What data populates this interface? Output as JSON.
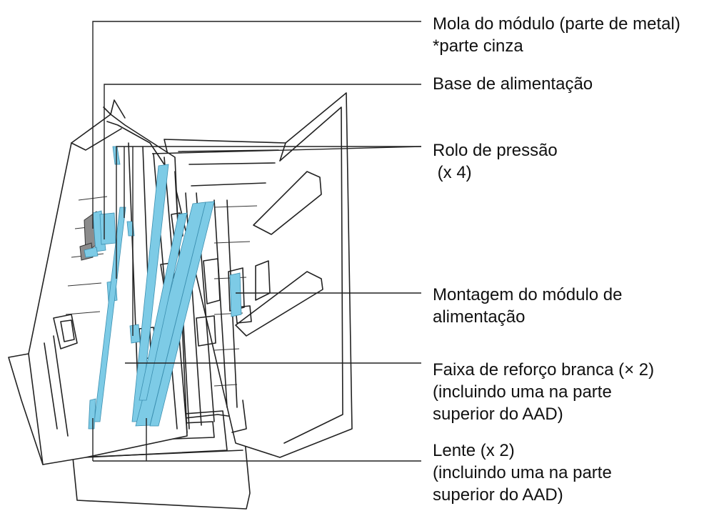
{
  "colors": {
    "highlight": "#7dcbe6",
    "outline": "#222222",
    "text": "#111111"
  },
  "callouts": [
    {
      "id": "module-spring",
      "lines": [
        "Mola do módulo (parte de metal)",
        "*parte cinza"
      ]
    },
    {
      "id": "feed-base",
      "lines": [
        "Base de alimentação"
      ]
    },
    {
      "id": "pressure-roller",
      "lines": [
        "Rolo de pressão",
        " (x 4)"
      ]
    },
    {
      "id": "feed-module-assembly",
      "lines": [
        "Montagem do módulo de",
        "alimentação"
      ]
    },
    {
      "id": "white-backing-strip",
      "lines": [
        "Faixa de reforço branca (× 2)",
        "(incluindo uma na parte",
        "superior do AAD)"
      ]
    },
    {
      "id": "lens",
      "lines": [
        "Lente (x 2)",
        "(incluindo uma na parte",
        "superior do AAD)"
      ]
    }
  ]
}
